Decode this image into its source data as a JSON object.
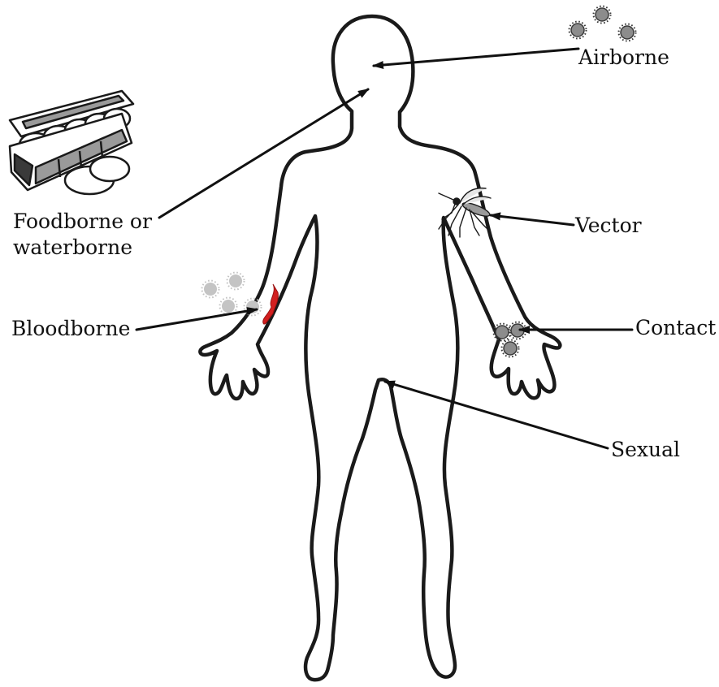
{
  "labels": {
    "airborne": "Airborne",
    "foodborne": "Foodborne or\nwaterborne",
    "vector": "Vector",
    "bloodborne": "Bloodborne",
    "contact": "Contact",
    "sexual": "Sexual"
  },
  "colors": {
    "outline": "#1a1a1a",
    "particle_fill": "#8c8c8c",
    "particle_light": "#c4c4c4",
    "blood": "#d21f1f",
    "arrow": "#111111"
  },
  "icons": {
    "airborne": "virus-particles-icon",
    "foodborne": "egg-carton-icon",
    "vector": "mosquito-icon",
    "bloodborne": "blood-wound-icon",
    "contact": "hand-germs-icon"
  }
}
